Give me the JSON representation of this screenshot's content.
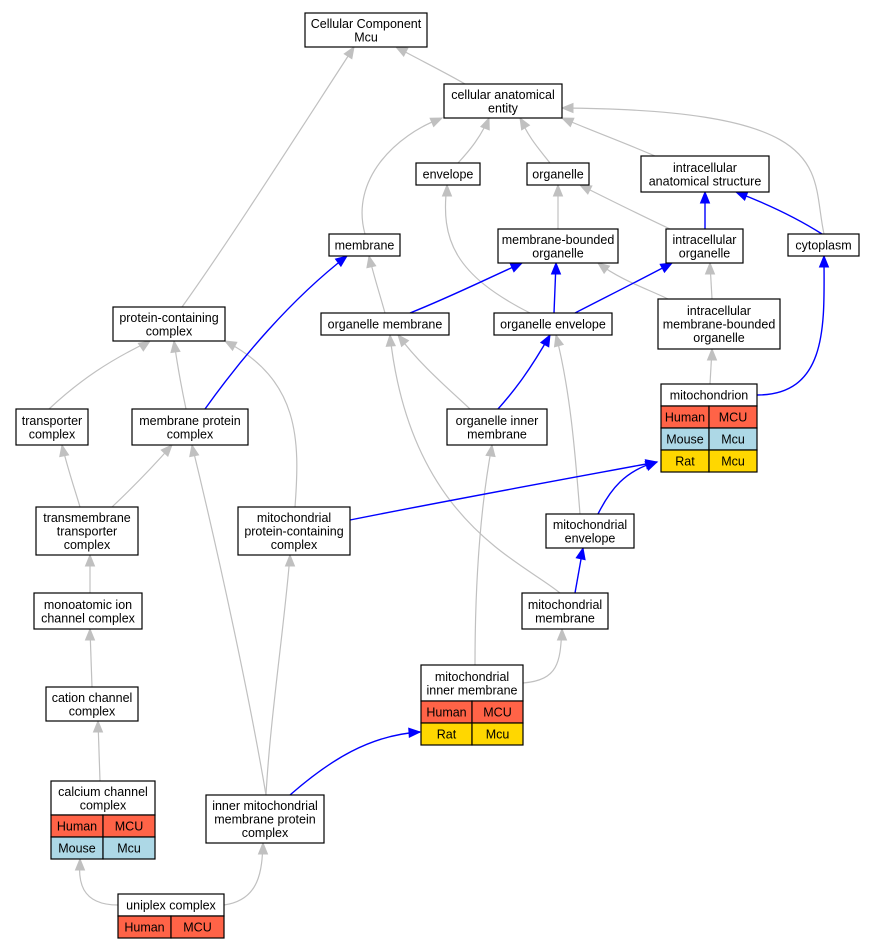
{
  "colors": {
    "gray_edge": "#c0c0c0",
    "blue_edge": "#0000ff",
    "human": "#ff6347",
    "mouse": "#add8e6",
    "rat": "#ffd700"
  },
  "nodes": [
    {
      "id": "cc_mcu",
      "lines": [
        "Cellular Component",
        "Mcu"
      ]
    },
    {
      "id": "cae",
      "lines": [
        "cellular anatomical",
        "entity"
      ]
    },
    {
      "id": "envelope",
      "lines": [
        "envelope"
      ]
    },
    {
      "id": "organelle",
      "lines": [
        "organelle"
      ]
    },
    {
      "id": "ias",
      "lines": [
        "intracellular",
        "anatomical structure"
      ]
    },
    {
      "id": "membrane",
      "lines": [
        "membrane"
      ]
    },
    {
      "id": "mbo",
      "lines": [
        "membrane-bounded",
        "organelle"
      ]
    },
    {
      "id": "io",
      "lines": [
        "intracellular",
        "organelle"
      ]
    },
    {
      "id": "cytoplasm",
      "lines": [
        "cytoplasm"
      ]
    },
    {
      "id": "pcc",
      "lines": [
        "protein-containing",
        "complex"
      ]
    },
    {
      "id": "om",
      "lines": [
        "organelle membrane"
      ]
    },
    {
      "id": "oe",
      "lines": [
        "organelle envelope"
      ]
    },
    {
      "id": "imbo",
      "lines": [
        "intracellular",
        "membrane-bounded",
        "organelle"
      ]
    },
    {
      "id": "mito",
      "lines": [
        "mitochondrion"
      ],
      "rows": [
        [
          "Human",
          "MCU"
        ],
        [
          "Mouse",
          "Mcu"
        ],
        [
          "Rat",
          "Mcu"
        ]
      ]
    },
    {
      "id": "tc",
      "lines": [
        "transporter",
        "complex"
      ]
    },
    {
      "id": "mpc",
      "lines": [
        "membrane protein",
        "complex"
      ]
    },
    {
      "id": "oim",
      "lines": [
        "organelle inner",
        "membrane"
      ]
    },
    {
      "id": "ttc",
      "lines": [
        "transmembrane",
        "transporter",
        "complex"
      ]
    },
    {
      "id": "mpcc",
      "lines": [
        "mitochondrial",
        "protein-containing",
        "complex"
      ]
    },
    {
      "id": "menv",
      "lines": [
        "mitochondrial",
        "envelope"
      ]
    },
    {
      "id": "mmem",
      "lines": [
        "mitochondrial",
        "membrane"
      ]
    },
    {
      "id": "mic",
      "lines": [
        "monoatomic ion",
        "channel complex"
      ]
    },
    {
      "id": "mim",
      "lines": [
        "mitochondrial",
        "inner membrane"
      ],
      "rows": [
        [
          "Human",
          "MCU"
        ],
        [
          "Rat",
          "Mcu"
        ]
      ]
    },
    {
      "id": "ccc",
      "lines": [
        "cation channel",
        "complex"
      ]
    },
    {
      "id": "cacc",
      "lines": [
        "calcium channel",
        "complex"
      ],
      "rows": [
        [
          "Human",
          "MCU"
        ],
        [
          "Mouse",
          "Mcu"
        ]
      ]
    },
    {
      "id": "imm_mpc",
      "lines": [
        "inner mitochondrial",
        "membrane protein",
        "complex"
      ]
    },
    {
      "id": "uniplex",
      "lines": [
        "uniplex complex"
      ],
      "rows": [
        [
          "Human",
          "MCU"
        ]
      ]
    }
  ]
}
